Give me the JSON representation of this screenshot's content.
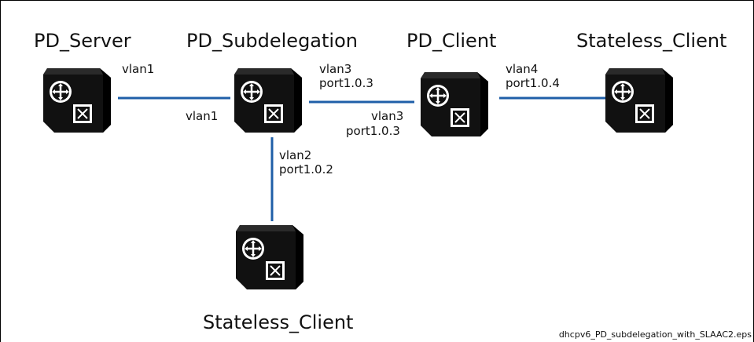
{
  "caption": "dhcpv6_PD_subdelegation_with_SLAAC2.eps",
  "colors": {
    "link": "#1f5fa8",
    "device_body": "#111111",
    "device_icon": "#ffffff"
  },
  "nodes": {
    "pd_server": {
      "title": "PD_Server",
      "icon": "router-switch-icon"
    },
    "pd_subdelegation": {
      "title": "PD_Subdelegation",
      "icon": "router-switch-icon"
    },
    "pd_client": {
      "title": "PD_Client",
      "icon": "router-switch-icon"
    },
    "stateless_client_right": {
      "title": "Stateless_Client",
      "icon": "router-switch-icon"
    },
    "stateless_client_bottom": {
      "title": "Stateless_Client",
      "icon": "router-switch-icon"
    }
  },
  "links": {
    "server_sub": {
      "server_end": "vlan1",
      "sub_end": "vlan1"
    },
    "sub_client": {
      "sub_vlan": "vlan3",
      "sub_port": "port1.0.3",
      "client_vlan": "vlan3",
      "client_port": "port1.0.3"
    },
    "client_stateless": {
      "vlan": "vlan4",
      "port": "port1.0.4"
    },
    "sub_stateless": {
      "vlan": "vlan2",
      "port": "port1.0.2"
    }
  }
}
